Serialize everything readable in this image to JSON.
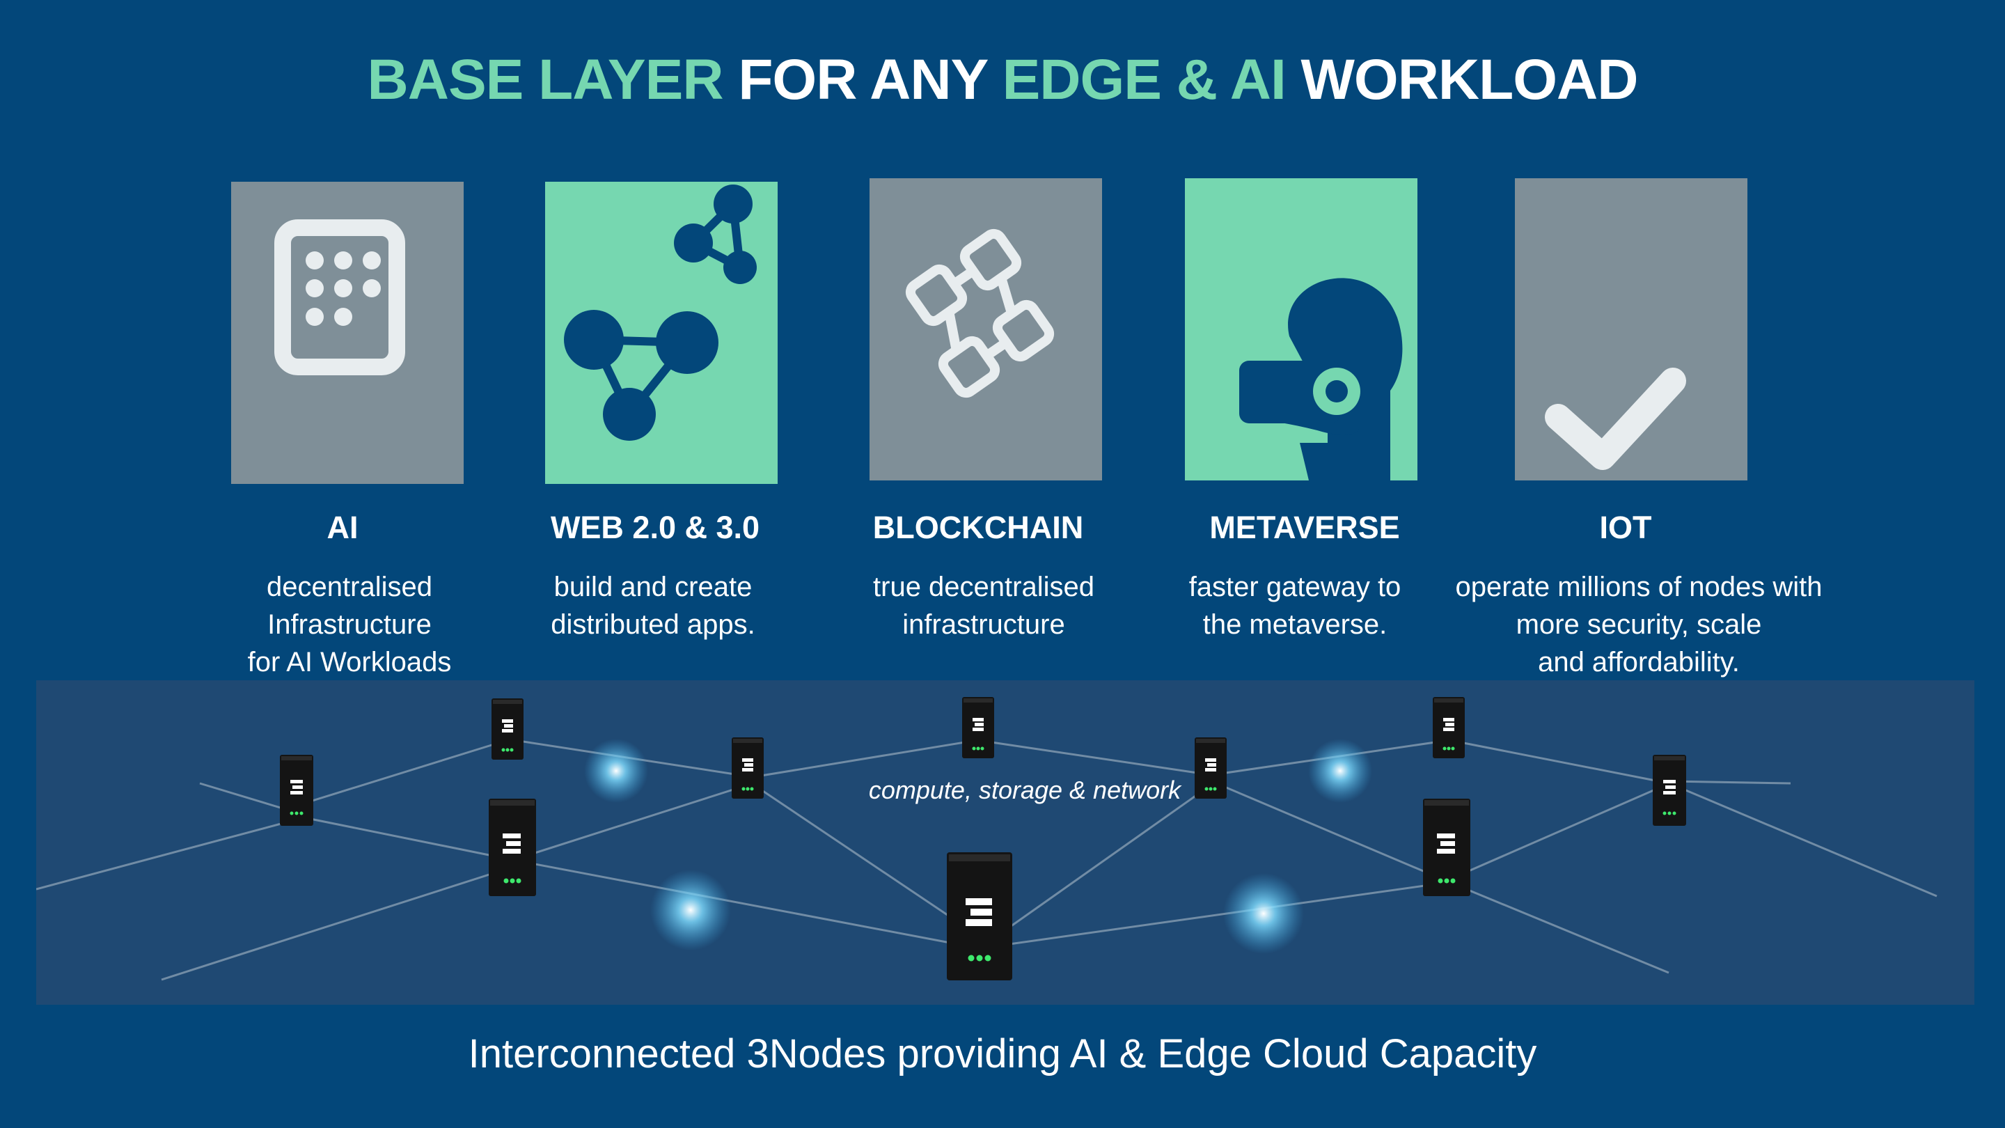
{
  "title": {
    "part1": "BASE LAYER",
    "part2": " FOR ANY ",
    "part3": "EDGE & AI",
    "part4": " WORKLOAD"
  },
  "colors": {
    "background": "#03477a",
    "accent_green": "#76d7b0",
    "tile_gray": "#7f8f98",
    "network_band": "#1f4973"
  },
  "cards": [
    {
      "icon": "keypad-device-icon",
      "title": "AI",
      "lines": [
        "decentralised",
        "Infrastructure",
        "for AI Workloads"
      ]
    },
    {
      "icon": "share-nodes-icon",
      "title": "WEB 2.0 & 3.0",
      "lines": [
        "build and create",
        "distributed apps."
      ]
    },
    {
      "icon": "blockchain-icon",
      "title": "BLOCKCHAIN",
      "lines": [
        "true decentralised",
        "infrastructure"
      ]
    },
    {
      "icon": "vr-headset-icon",
      "title": "METAVERSE",
      "lines": [
        "faster gateway to",
        "the metaverse."
      ]
    },
    {
      "icon": "checkmark-icon",
      "title": "IOT",
      "lines": [
        "operate millions of nodes with",
        "more security, scale",
        "and affordability."
      ]
    }
  ],
  "network": {
    "label": "compute, storage & network",
    "node_icon": "server-node-icon"
  },
  "caption": "Interconnected 3Nodes providing AI & Edge Cloud Capacity"
}
